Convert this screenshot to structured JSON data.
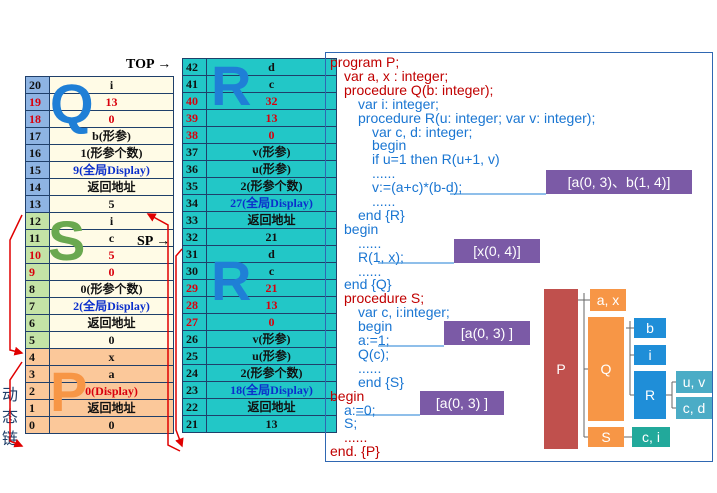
{
  "colors": {
    "blue_frame": "#8eb4e3",
    "cream": "#fffbe6",
    "green_frame": "#c4e3a6",
    "orange_frame": "#fbc89a",
    "cyan": "#22c7c7",
    "red_text": "#d9000d",
    "blue_text": "#0b2fcc",
    "purple": "#7b5aa6",
    "code_red": "#c00000",
    "code_blue": "#1a76d2",
    "tree_red": "#c0504d",
    "tree_orange": "#f79646",
    "tree_blue": "#1f8ed8",
    "tree_teal": "#4bacc6"
  },
  "left_stack": {
    "rows": [
      {
        "n": "20",
        "v": "i",
        "frame": "Q",
        "bg": "cream",
        "nc": "dark",
        "vc": "dark"
      },
      {
        "n": "19",
        "v": "13",
        "frame": "Q",
        "bg": "cream",
        "nc": "red",
        "vc": "red"
      },
      {
        "n": "18",
        "v": "0",
        "frame": "Q",
        "bg": "cream",
        "nc": "red",
        "vc": "red"
      },
      {
        "n": "17",
        "v": "b(形参)",
        "frame": "Q",
        "bg": "cream",
        "nc": "dark",
        "vc": "dark"
      },
      {
        "n": "16",
        "v": "1(形参个数)",
        "frame": "Q",
        "bg": "cream",
        "nc": "dark",
        "vc": "dark"
      },
      {
        "n": "15",
        "v": "9(全局Display)",
        "frame": "Q",
        "bg": "cream",
        "nc": "dark",
        "vc": "blue"
      },
      {
        "n": "14",
        "v": "返回地址",
        "frame": "Q",
        "bg": "cream",
        "nc": "dark",
        "vc": "dark"
      },
      {
        "n": "13",
        "v": "5",
        "frame": "Q",
        "bg": "cream",
        "nc": "dark",
        "vc": "dark"
      },
      {
        "n": "12",
        "v": "i",
        "frame": "S",
        "bg": "cream",
        "nc": "dark",
        "vc": "dark"
      },
      {
        "n": "11",
        "v": "c",
        "frame": "S",
        "bg": "cream",
        "nc": "dark",
        "vc": "dark"
      },
      {
        "n": "10",
        "v": "5",
        "frame": "S",
        "bg": "cream",
        "nc": "red",
        "vc": "red"
      },
      {
        "n": "9",
        "v": "0",
        "frame": "S",
        "bg": "cream",
        "nc": "red",
        "vc": "red"
      },
      {
        "n": "8",
        "v": "0(形参个数)",
        "frame": "S",
        "bg": "cream",
        "nc": "dark",
        "vc": "dark"
      },
      {
        "n": "7",
        "v": "2(全局Display)",
        "frame": "S",
        "bg": "cream",
        "nc": "dark",
        "vc": "blue"
      },
      {
        "n": "6",
        "v": "返回地址",
        "frame": "S",
        "bg": "cream",
        "nc": "dark",
        "vc": "dark"
      },
      {
        "n": "5",
        "v": "0",
        "frame": "S",
        "bg": "cream",
        "nc": "dark",
        "vc": "dark"
      },
      {
        "n": "4",
        "v": "x",
        "frame": "P",
        "bg": "orange",
        "nc": "dark",
        "vc": "dark"
      },
      {
        "n": "3",
        "v": "a",
        "frame": "P",
        "bg": "orange",
        "nc": "dark",
        "vc": "dark"
      },
      {
        "n": "2",
        "v": "0(Display)",
        "frame": "P",
        "bg": "orange",
        "nc": "dark",
        "vc": "red"
      },
      {
        "n": "1",
        "v": "返回地址",
        "frame": "P",
        "bg": "orange",
        "nc": "dark",
        "vc": "dark"
      },
      {
        "n": "0",
        "v": "0",
        "frame": "P",
        "bg": "orange",
        "nc": "dark",
        "vc": "dark"
      }
    ]
  },
  "right_stack": {
    "rows": [
      {
        "n": "42",
        "v": "d",
        "nc": "dark",
        "vc": "dark"
      },
      {
        "n": "41",
        "v": "c",
        "nc": "dark",
        "vc": "dark"
      },
      {
        "n": "40",
        "v": "32",
        "nc": "red",
        "vc": "red"
      },
      {
        "n": "39",
        "v": "13",
        "nc": "red",
        "vc": "red"
      },
      {
        "n": "38",
        "v": "0",
        "nc": "red",
        "vc": "red"
      },
      {
        "n": "37",
        "v": "v(形参)",
        "nc": "dark",
        "vc": "dark"
      },
      {
        "n": "36",
        "v": "u(形参)",
        "nc": "dark",
        "vc": "dark"
      },
      {
        "n": "35",
        "v": "2(形参个数)",
        "nc": "dark",
        "vc": "dark"
      },
      {
        "n": "34",
        "v": "27(全局Display)",
        "nc": "dark",
        "vc": "blue"
      },
      {
        "n": "33",
        "v": "返回地址",
        "nc": "dark",
        "vc": "dark"
      },
      {
        "n": "32",
        "v": "21",
        "nc": "dark",
        "vc": "dark"
      },
      {
        "n": "31",
        "v": "d",
        "nc": "dark",
        "vc": "dark"
      },
      {
        "n": "30",
        "v": "c",
        "nc": "dark",
        "vc": "dark"
      },
      {
        "n": "29",
        "v": "21",
        "nc": "red",
        "vc": "red"
      },
      {
        "n": "28",
        "v": "13",
        "nc": "red",
        "vc": "red"
      },
      {
        "n": "27",
        "v": "0",
        "nc": "red",
        "vc": "red"
      },
      {
        "n": "26",
        "v": "v(形参)",
        "nc": "dark",
        "vc": "dark"
      },
      {
        "n": "25",
        "v": "u(形参)",
        "nc": "dark",
        "vc": "dark"
      },
      {
        "n": "24",
        "v": "2(形参个数)",
        "nc": "dark",
        "vc": "dark"
      },
      {
        "n": "23",
        "v": "18(全局Display)",
        "nc": "dark",
        "vc": "blue"
      },
      {
        "n": "22",
        "v": "返回地址",
        "nc": "dark",
        "vc": "dark"
      },
      {
        "n": "21",
        "v": "13",
        "nc": "dark",
        "vc": "dark"
      }
    ]
  },
  "letters": {
    "q": "Q",
    "s": "S",
    "p": "P",
    "r1": "R",
    "r2": "R"
  },
  "labels": {
    "top": "TOP",
    "sp": "SP",
    "dynamic_chain": [
      "动",
      "态",
      "链"
    ]
  },
  "code": {
    "lines": [
      {
        "t": "program P;",
        "c": "red",
        "i": 0
      },
      {
        "t": "var a, x : integer;",
        "c": "red",
        "i": 1
      },
      {
        "t": "procedure Q(b: integer);",
        "c": "red",
        "i": 1
      },
      {
        "t": "var i: integer;",
        "c": "blue",
        "i": 2
      },
      {
        "t": "procedure R(u: integer; var v: integer);",
        "c": "blue",
        "i": 2
      },
      {
        "t": "var c, d: integer;",
        "c": "blue",
        "i": 3
      },
      {
        "t": "begin",
        "c": "blue",
        "i": 3
      },
      {
        "t": "if u=1 then R(u+1, v)",
        "c": "blue",
        "i": 3
      },
      {
        "t": "......",
        "c": "blue",
        "i": 3
      },
      {
        "t": "v:=(a+c)*(b-d);",
        "c": "blue",
        "i": 3
      },
      {
        "t": "......",
        "c": "blue",
        "i": 3
      },
      {
        "t": "end {R}",
        "c": "blue",
        "i": 2
      },
      {
        "t": "begin",
        "c": "blue",
        "i": 1
      },
      {
        "t": "......",
        "c": "blue",
        "i": 2
      },
      {
        "t": "R(1, x);",
        "c": "blue",
        "i": 2
      },
      {
        "t": "......",
        "c": "blue",
        "i": 2
      },
      {
        "t": "end {Q}",
        "c": "blue",
        "i": 1
      },
      {
        "t": "procedure S;",
        "c": "red",
        "i": 1
      },
      {
        "t": "var c, i:integer;",
        "c": "blue",
        "i": 2
      },
      {
        "t": "begin",
        "c": "blue",
        "i": 2
      },
      {
        "t": "a:=1;",
        "c": "blue",
        "i": 2
      },
      {
        "t": "Q(c);",
        "c": "blue",
        "i": 2
      },
      {
        "t": "......",
        "c": "blue",
        "i": 2
      },
      {
        "t": "end {S}",
        "c": "blue",
        "i": 2
      },
      {
        "t": "begin",
        "c": "red",
        "i": 0
      },
      {
        "t": "a:=0;",
        "c": "blue",
        "i": 1
      },
      {
        "t": "S;",
        "c": "blue",
        "i": 1
      },
      {
        "t": "......",
        "c": "red",
        "i": 1
      },
      {
        "t": "end. {P}",
        "c": "red",
        "i": 0
      }
    ]
  },
  "callouts": [
    "[a(0, 3)、b(1, 4)]",
    "[x(0, 4)]",
    "[a(0, 3) ]",
    "[a(0, 3) ]"
  ],
  "tree": {
    "p": "P",
    "q": "Q",
    "s": "S",
    "px": "a, x",
    "b": "b",
    "i": "i",
    "r": "R",
    "uv": "u, v",
    "cd": "c, d",
    "ci": "c, i"
  }
}
